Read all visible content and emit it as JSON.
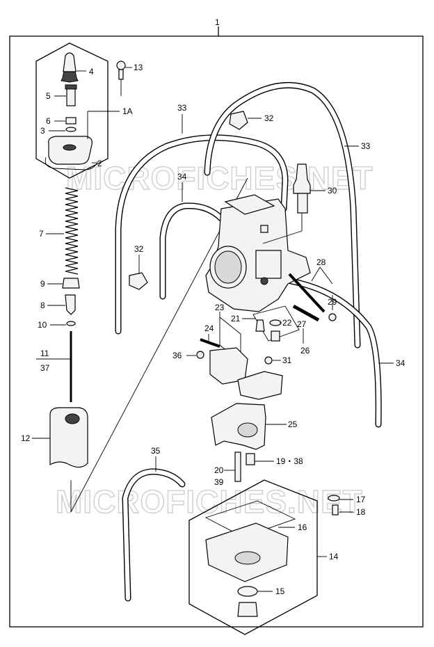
{
  "watermark": "MICROFICHES.NET",
  "labels": {
    "p1": "1",
    "p1a": "1A",
    "p2": "2",
    "p3": "3",
    "p4": "4",
    "p5": "5",
    "p6": "6",
    "p7": "7",
    "p8": "8",
    "p9": "9",
    "p10": "10",
    "p11": "11",
    "p37": "37",
    "p12": "12",
    "p13": "13",
    "p14": "14",
    "p15": "15",
    "p16": "16",
    "p17": "17",
    "p18": "18",
    "p19_38": "19・38",
    "p20": "20",
    "p39": "39",
    "p21": "21",
    "p22": "22",
    "p23": "23",
    "p24": "24",
    "p25": "25",
    "p26": "26",
    "p27": "27",
    "p28": "28",
    "p29": "29",
    "p30": "30",
    "p31": "31",
    "p32a": "32",
    "p32b": "32",
    "p33a": "33",
    "p33b": "33",
    "p34a": "34",
    "p34b": "34",
    "p35": "35",
    "p36": "36"
  }
}
